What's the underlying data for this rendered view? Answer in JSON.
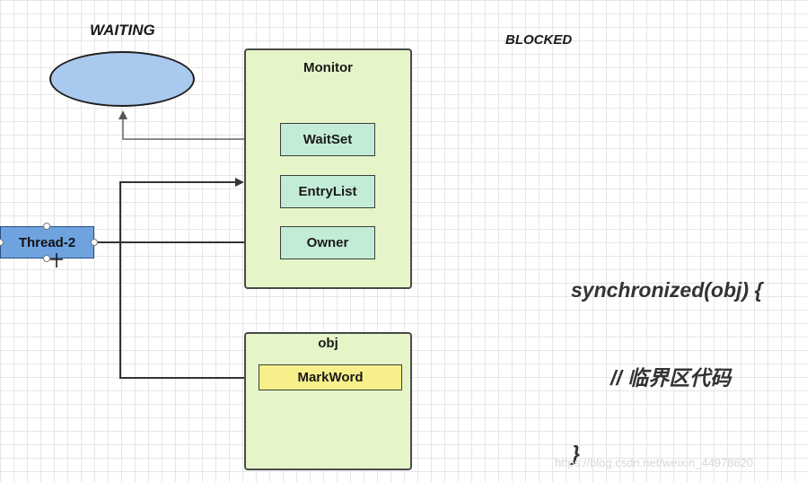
{
  "labels": {
    "waiting": "WAITING",
    "blocked": "BLOCKED"
  },
  "monitor": {
    "title": "Monitor",
    "waitset": "WaitSet",
    "entrylist": "EntryList",
    "owner": "Owner"
  },
  "obj": {
    "title": "obj",
    "markword": "MarkWord"
  },
  "thread": {
    "label": "Thread-2"
  },
  "code": {
    "line1": "synchronized(obj) {",
    "line2": "// 临界区代码",
    "line3": "}"
  },
  "watermark": "https://blog.csdn.net/weixin_44978620",
  "colors": {
    "monitor_fill": "#e5f5c8",
    "slot_fill": "#c3ecd7",
    "markword_fill": "#f7ef8a",
    "thread_fill": "#6ea3e0",
    "waiting_fill": "#aac9ef"
  }
}
